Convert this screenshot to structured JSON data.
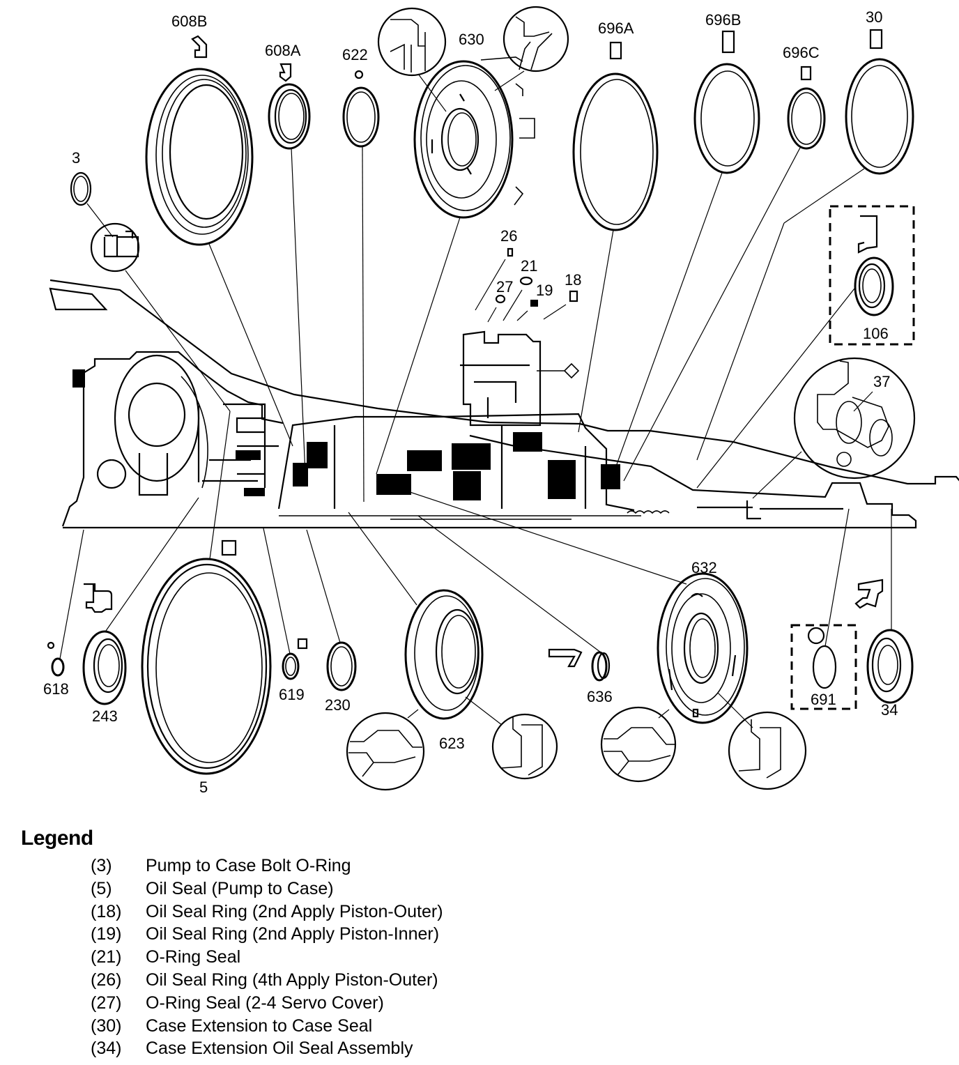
{
  "diagram": {
    "title": "Transmission Seal Locations",
    "callouts": {
      "c608B": "608B",
      "c608A": "608A",
      "c622": "622",
      "c630": "630",
      "c696A": "696A",
      "c696B": "696B",
      "c696C": "696C",
      "c30": "30",
      "c3": "3",
      "c26": "26",
      "c21": "21",
      "c27": "27",
      "c19": "19",
      "c18": "18",
      "c106": "106",
      "c37": "37",
      "c632": "632",
      "c618": "618",
      "c243": "243",
      "c619": "619",
      "c230": "230",
      "c636": "636",
      "c691": "691",
      "c34": "34",
      "c623": "623",
      "c5": "5"
    },
    "symbols": {
      "square_profile": "square-section seal symbol",
      "round_profile": "round-section o-ring symbol",
      "lip_profile": "lip seal symbol"
    }
  },
  "legend": {
    "title": "Legend",
    "items": [
      {
        "num": "(3)",
        "text": "Pump to Case Bolt O-Ring"
      },
      {
        "num": "(5)",
        "text": "Oil Seal (Pump to Case)"
      },
      {
        "num": "(18)",
        "text": "Oil Seal Ring (2nd Apply Piston-Outer)"
      },
      {
        "num": "(19)",
        "text": "Oil Seal Ring (2nd Apply Piston-Inner)"
      },
      {
        "num": "(21)",
        "text": "O-Ring Seal"
      },
      {
        "num": "(26)",
        "text": "Oil Seal Ring (4th Apply Piston-Outer)"
      },
      {
        "num": "(27)",
        "text": "O-Ring Seal (2-4 Servo Cover)"
      },
      {
        "num": "(30)",
        "text": "Case Extension to Case Seal"
      },
      {
        "num": "(34)",
        "text": "Case Extension Oil Seal Assembly"
      }
    ]
  }
}
